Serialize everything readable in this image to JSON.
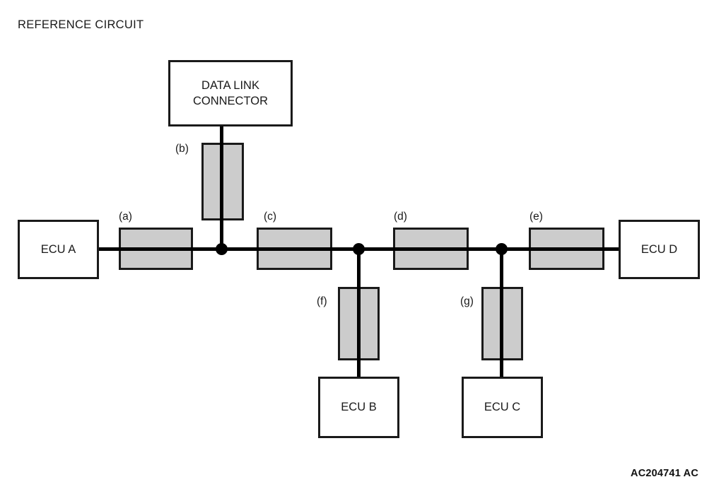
{
  "diagram": {
    "title": "REFERENCE CIRCUIT",
    "footer_code": "AC204741 AC",
    "colors": {
      "harness_fill": "#cccccc",
      "line": "#000000",
      "box_border": "#1a1a1a",
      "background": "#ffffff",
      "text": "#1a1a1a"
    },
    "nodes": [
      {
        "id": "data-link-connector",
        "label": "DATA LINK\nCONNECTOR",
        "line1": "DATA LINK",
        "line2": "CONNECTOR"
      },
      {
        "id": "ecu-a",
        "label": "ECU A"
      },
      {
        "id": "ecu-b",
        "label": "ECU B"
      },
      {
        "id": "ecu-c",
        "label": "ECU C"
      },
      {
        "id": "ecu-d",
        "label": "ECU D"
      }
    ],
    "harness_segments": [
      {
        "id": "a",
        "label": "(a)",
        "orientation": "horizontal",
        "between": "ECU A - junction 1"
      },
      {
        "id": "b",
        "label": "(b)",
        "orientation": "vertical",
        "between": "DATA LINK CONNECTOR - junction 1"
      },
      {
        "id": "c",
        "label": "(c)",
        "orientation": "horizontal",
        "between": "junction 1 - junction 2"
      },
      {
        "id": "d",
        "label": "(d)",
        "orientation": "horizontal",
        "between": "junction 2 - junction 3"
      },
      {
        "id": "e",
        "label": "(e)",
        "orientation": "horizontal",
        "between": "junction 3 - ECU D"
      },
      {
        "id": "f",
        "label": "(f)",
        "orientation": "vertical",
        "between": "junction 2 - ECU B"
      },
      {
        "id": "g",
        "label": "(g)",
        "orientation": "vertical",
        "between": "junction 3 - ECU C"
      }
    ],
    "junctions": [
      {
        "id": "junction-1",
        "connects": "ECU A bus, DATA LINK CONNECTOR drop, segment c"
      },
      {
        "id": "junction-2",
        "connects": "segment c, segment d, ECU B drop"
      },
      {
        "id": "junction-3",
        "connects": "segment d, segment e, ECU C drop"
      }
    ]
  }
}
